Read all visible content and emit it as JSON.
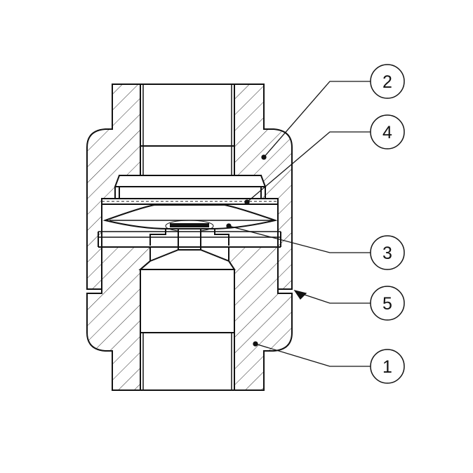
{
  "diagram": {
    "callouts": [
      {
        "label": "2"
      },
      {
        "label": "4"
      },
      {
        "label": "3"
      },
      {
        "label": "5"
      },
      {
        "label": "1"
      }
    ]
  },
  "colors": {
    "line": "#111111",
    "background": "#ffffff",
    "hatch": "#222222"
  }
}
